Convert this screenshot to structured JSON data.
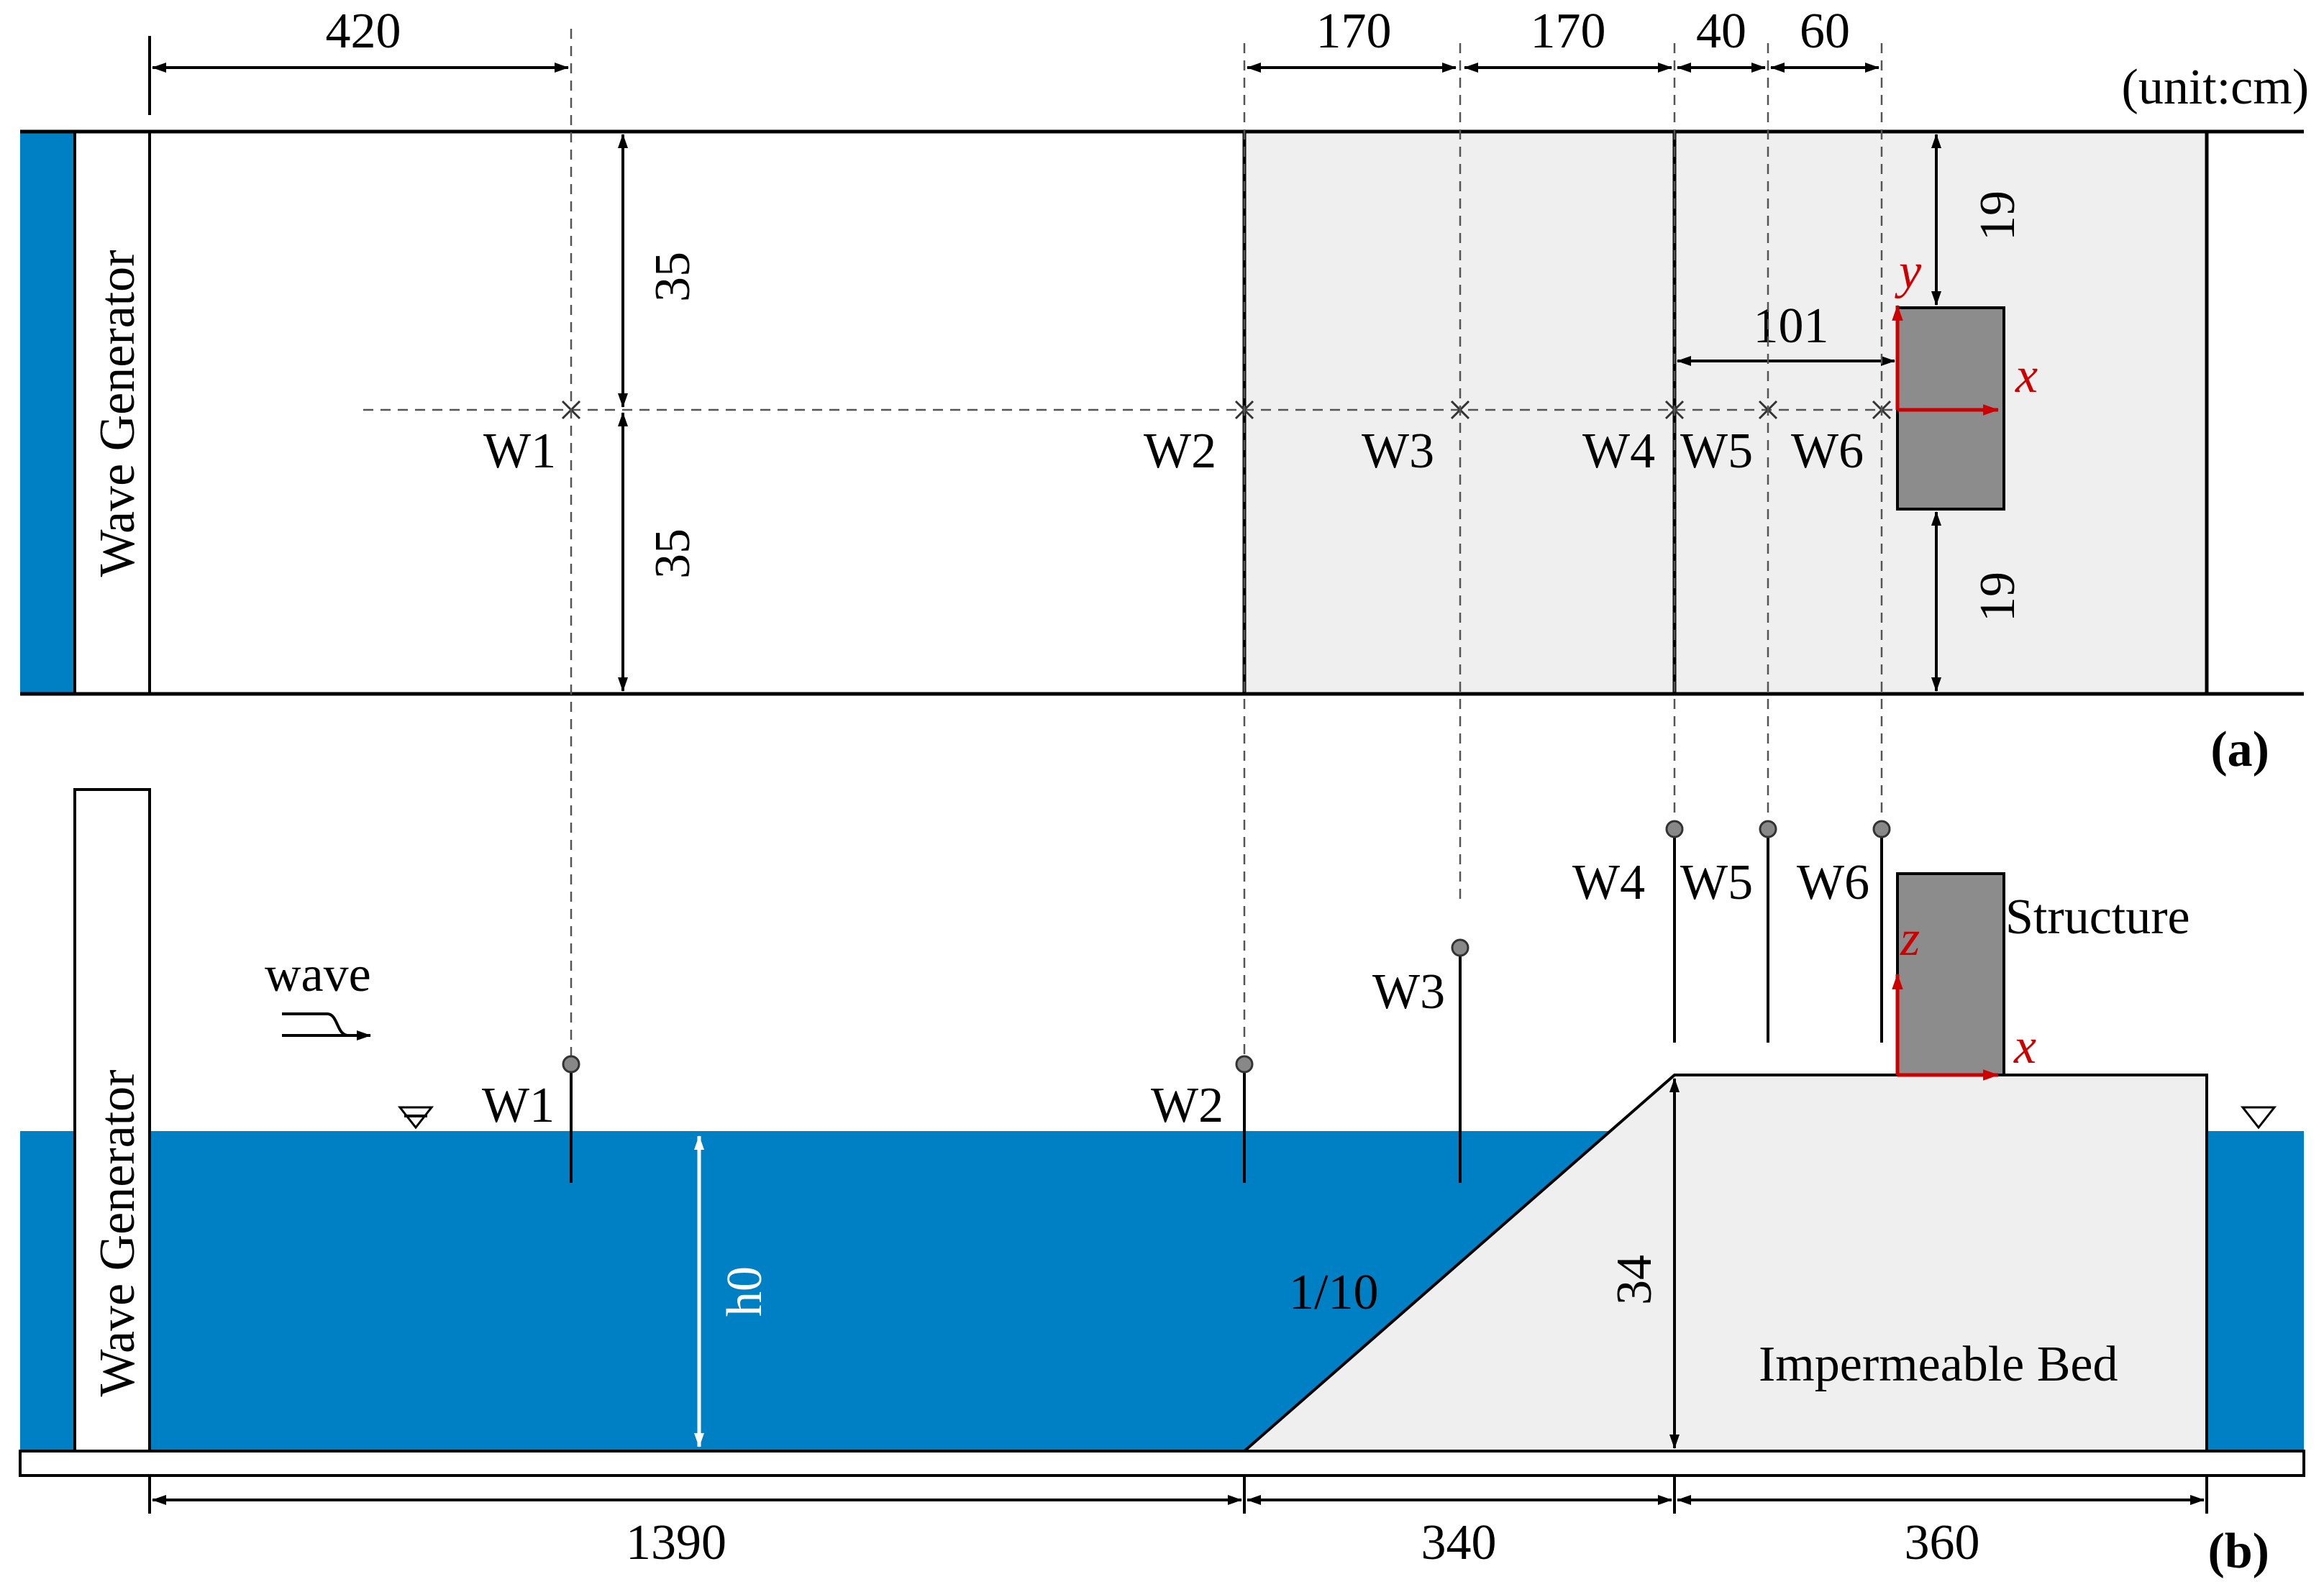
{
  "colors": {
    "water": "#0080c4",
    "shelf": "#efefef",
    "structure": "#8c8c8c",
    "axis": "#cc0000"
  },
  "unit": "(unit:cm)",
  "panel_labels": {
    "a": "(a)",
    "b": "(b)"
  },
  "top": {
    "dims": {
      "d420": "420",
      "d170a": "170",
      "d170b": "170",
      "d40": "40",
      "d60": "60"
    },
    "half_widths": {
      "upper": "35",
      "lower": "35"
    },
    "gaps": {
      "upper": "19",
      "lower": "19"
    },
    "dist_101": "101",
    "axis": {
      "x": "x",
      "y": "y"
    },
    "gauges": [
      "W1",
      "W2",
      "W3",
      "W4",
      "W5",
      "W6"
    ],
    "generator": "Wave Generator"
  },
  "bottom": {
    "generator": "Wave Generator",
    "wave": "wave",
    "gauges": [
      "W1",
      "W2",
      "W3",
      "W4",
      "W5",
      "W6"
    ],
    "structure": "Structure",
    "slope": "1/10",
    "depth": "h0",
    "height": "34",
    "bed": "Impermeable Bed",
    "axis": {
      "x": "x",
      "z": "z"
    },
    "dims": {
      "d1390": "1390",
      "d340": "340",
      "d360": "360"
    }
  }
}
